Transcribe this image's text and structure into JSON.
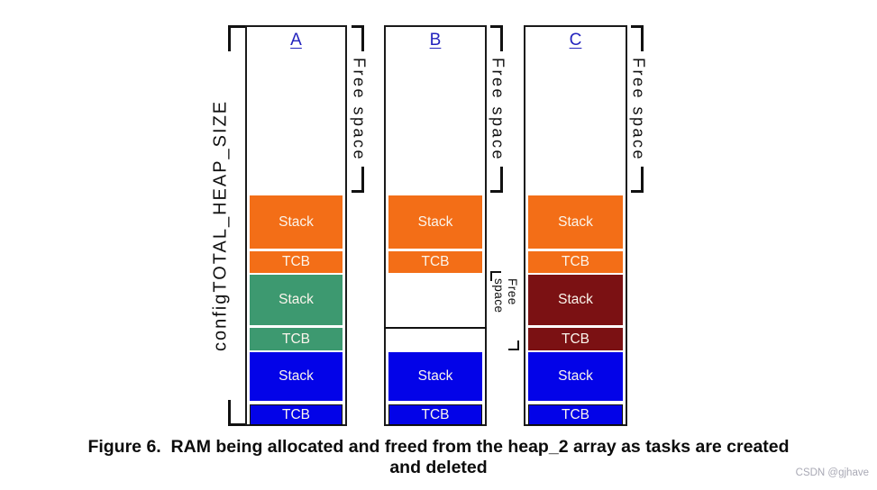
{
  "labels": {
    "heap_size": "configTOTAL_HEAP_SIZE",
    "free_space": "Free space"
  },
  "colors": {
    "orange": "#F36E17",
    "green": "#3D9970",
    "blue": "#0303E8",
    "maroon": "#7B1113",
    "link": "#2323BE",
    "watermark": "#A9A9B5"
  },
  "columns": [
    {
      "label": "A",
      "blocks": [
        {
          "label": "Stack",
          "color": "orange"
        },
        {
          "label": "TCB",
          "color": "orange"
        },
        {
          "label": "Stack",
          "color": "green"
        },
        {
          "label": "TCB",
          "color": "green"
        },
        {
          "label": "Stack",
          "color": "blue"
        },
        {
          "label": "TCB",
          "color": "blue"
        }
      ]
    },
    {
      "label": "B",
      "blocks": [
        {
          "label": "Stack",
          "color": "orange"
        },
        {
          "label": "TCB",
          "color": "orange"
        },
        {
          "label": "Stack",
          "color": "blue"
        },
        {
          "label": "TCB",
          "color": "blue"
        }
      ]
    },
    {
      "label": "C",
      "blocks": [
        {
          "label": "Stack",
          "color": "orange"
        },
        {
          "label": "TCB",
          "color": "orange"
        },
        {
          "label": "Stack",
          "color": "maroon"
        },
        {
          "label": "TCB",
          "color": "maroon"
        },
        {
          "label": "Stack",
          "color": "blue"
        },
        {
          "label": "TCB",
          "color": "blue"
        }
      ]
    }
  ],
  "caption": {
    "line1": "Figure 6.  RAM being allocated and freed from the heap_2 array as tasks are created",
    "line2": "and deleted"
  },
  "watermark": "CSDN @gjhave"
}
